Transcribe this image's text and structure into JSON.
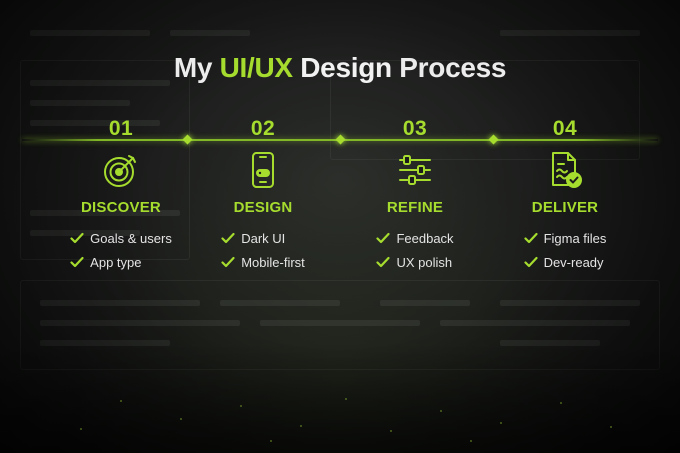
{
  "title": {
    "part1": "My ",
    "accent": "UI/UX",
    "part2": " Design",
    "part3": " Process"
  },
  "colors": {
    "accent": "#a6dc2e",
    "text": "#e4e4e4",
    "background": "#1b1c1b"
  },
  "steps": [
    {
      "number": "01",
      "icon": "target-icon",
      "label": "DISCOVER",
      "items": [
        "Goals & users",
        "App type"
      ]
    },
    {
      "number": "02",
      "icon": "smartphone-icon",
      "label": "DESIGN",
      "items": [
        "Dark UI",
        "Mobile-first"
      ]
    },
    {
      "number": "03",
      "icon": "sliders-icon",
      "label": "REFINE",
      "items": [
        "Feedback",
        "UX polish"
      ]
    },
    {
      "number": "04",
      "icon": "document-check-icon",
      "label": "DELIVER",
      "items": [
        "Figma files",
        "Dev-ready"
      ]
    }
  ]
}
